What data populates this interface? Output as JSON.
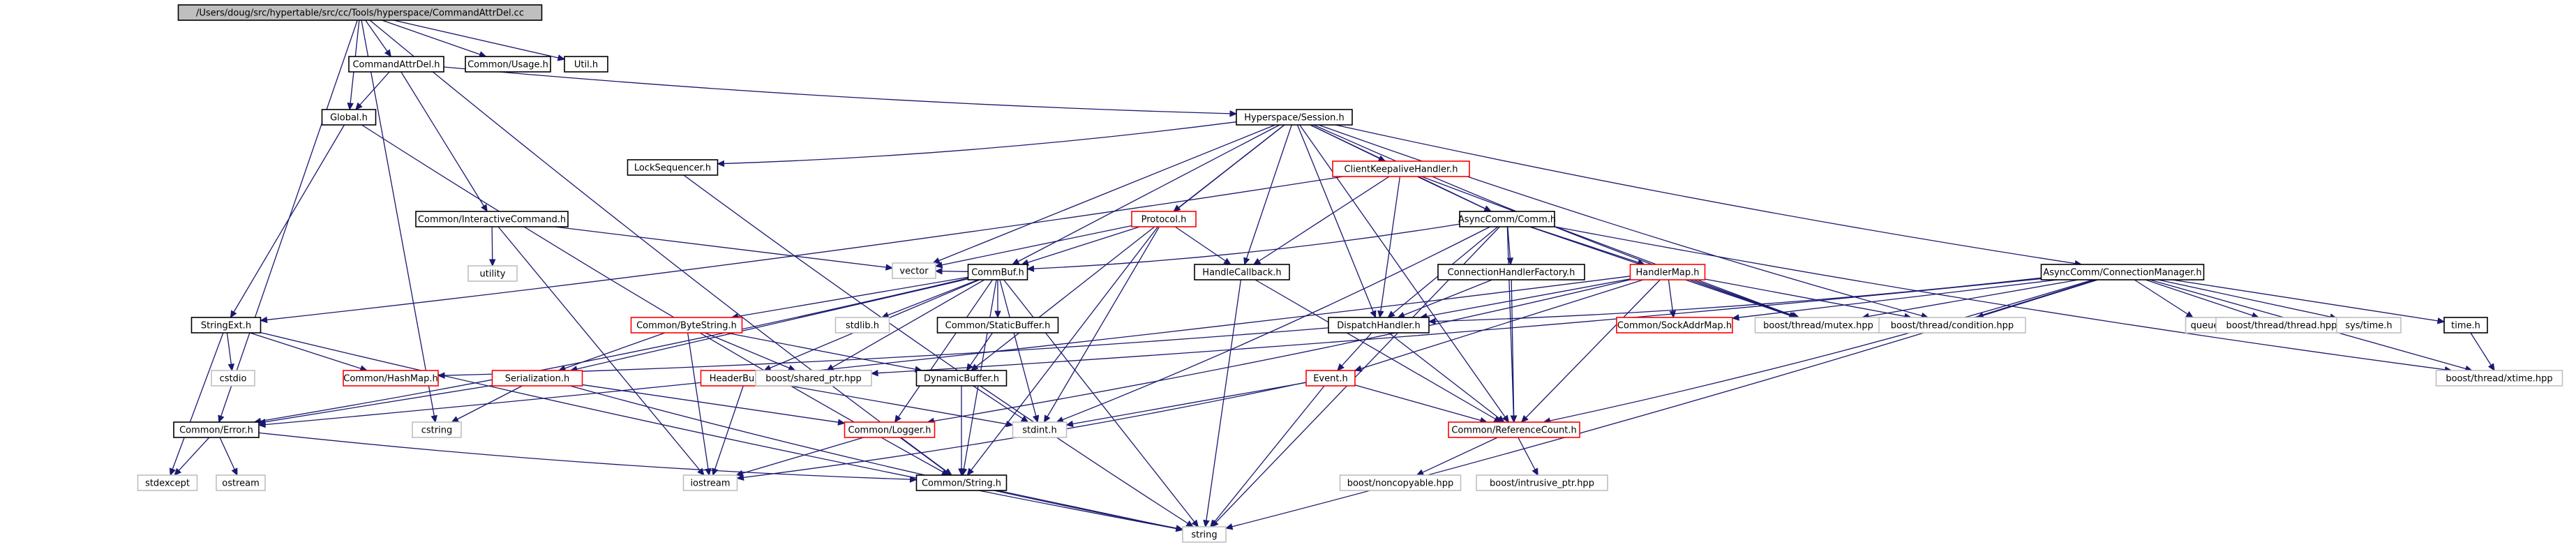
{
  "diagram": {
    "type": "include-dependency-graph",
    "colors": {
      "edge": "#191970",
      "root_fill": "#bfbfbf",
      "normal_border": "#000000",
      "truncated_border": "#ff0000",
      "system_border": "#bfbfbf",
      "node_fill": "#ffffff"
    },
    "nodes": [
      {
        "id": "root",
        "label": "/Users/doug/src/hypertable/src/cc/Tools/hyperspace/CommandAttrDel.cc",
        "kind": "root"
      },
      {
        "id": "cmdattr",
        "label": "CommandAttrDel.h",
        "kind": "normal"
      },
      {
        "id": "usage",
        "label": "Common/Usage.h",
        "kind": "normal"
      },
      {
        "id": "util",
        "label": "Util.h",
        "kind": "normal"
      },
      {
        "id": "global",
        "label": "Global.h",
        "kind": "normal"
      },
      {
        "id": "session",
        "label": "Hyperspace/Session.h",
        "kind": "normal"
      },
      {
        "id": "lockseq",
        "label": "LockSequencer.h",
        "kind": "normal"
      },
      {
        "id": "clientka",
        "label": "ClientKeepaliveHandler.h",
        "kind": "truncated"
      },
      {
        "id": "interactive",
        "label": "Common/InteractiveCommand.h",
        "kind": "normal"
      },
      {
        "id": "protocol",
        "label": "Protocol.h",
        "kind": "truncated"
      },
      {
        "id": "comm",
        "label": "AsyncComm/Comm.h",
        "kind": "normal"
      },
      {
        "id": "utility",
        "label": "utility",
        "kind": "system"
      },
      {
        "id": "vector",
        "label": "vector",
        "kind": "system"
      },
      {
        "id": "commbuf",
        "label": "CommBuf.h",
        "kind": "normal"
      },
      {
        "id": "handlecb",
        "label": "HandleCallback.h",
        "kind": "normal"
      },
      {
        "id": "connhf",
        "label": "ConnectionHandlerFactory.h",
        "kind": "normal"
      },
      {
        "id": "handlermap",
        "label": "HandlerMap.h",
        "kind": "truncated"
      },
      {
        "id": "connmgr",
        "label": "AsyncComm/ConnectionManager.h",
        "kind": "normal"
      },
      {
        "id": "stringext",
        "label": "StringExt.h",
        "kind": "normal"
      },
      {
        "id": "bytestring",
        "label": "Common/ByteString.h",
        "kind": "truncated"
      },
      {
        "id": "stdlib",
        "label": "stdlib.h",
        "kind": "system"
      },
      {
        "id": "staticbuf",
        "label": "Common/StaticBuffer.h",
        "kind": "normal"
      },
      {
        "id": "dispatch",
        "label": "DispatchHandler.h",
        "kind": "normal"
      },
      {
        "id": "sockaddr",
        "label": "Common/SockAddrMap.h",
        "kind": "truncated"
      },
      {
        "id": "mutex",
        "label": "boost/thread/mutex.hpp",
        "kind": "system"
      },
      {
        "id": "condition",
        "label": "boost/thread/condition.hpp",
        "kind": "system"
      },
      {
        "id": "queue",
        "label": "queue",
        "kind": "system"
      },
      {
        "id": "thread",
        "label": "boost/thread/thread.hpp",
        "kind": "system"
      },
      {
        "id": "systime",
        "label": "sys/time.h",
        "kind": "system"
      },
      {
        "id": "timeh",
        "label": "time.h",
        "kind": "normal"
      },
      {
        "id": "cstdio",
        "label": "cstdio",
        "kind": "system"
      },
      {
        "id": "hashmap",
        "label": "Common/HashMap.h",
        "kind": "truncated"
      },
      {
        "id": "serialization",
        "label": "Serialization.h",
        "kind": "truncated"
      },
      {
        "id": "headerbuilder",
        "label": "HeaderBuilder.h",
        "kind": "truncated"
      },
      {
        "id": "sharedptr",
        "label": "boost/shared_ptr.hpp",
        "kind": "system"
      },
      {
        "id": "dynbuf",
        "label": "DynamicBuffer.h",
        "kind": "normal"
      },
      {
        "id": "event",
        "label": "Event.h",
        "kind": "truncated"
      },
      {
        "id": "xtime",
        "label": "boost/thread/xtime.hpp",
        "kind": "system"
      },
      {
        "id": "error",
        "label": "Common/Error.h",
        "kind": "normal"
      },
      {
        "id": "cstring",
        "label": "cstring",
        "kind": "system"
      },
      {
        "id": "logger",
        "label": "Common/Logger.h",
        "kind": "truncated"
      },
      {
        "id": "stdint",
        "label": "stdint.h",
        "kind": "system"
      },
      {
        "id": "refcount",
        "label": "Common/ReferenceCount.h",
        "kind": "truncated"
      },
      {
        "id": "stdexcept",
        "label": "stdexcept",
        "kind": "system"
      },
      {
        "id": "ostream",
        "label": "ostream",
        "kind": "system"
      },
      {
        "id": "iostream",
        "label": "iostream",
        "kind": "system"
      },
      {
        "id": "commonstring",
        "label": "Common/String.h",
        "kind": "normal"
      },
      {
        "id": "noncopyable",
        "label": "boost/noncopyable.hpp",
        "kind": "system"
      },
      {
        "id": "intrusive",
        "label": "boost/intrusive_ptr.hpp",
        "kind": "system"
      },
      {
        "id": "string",
        "label": "string",
        "kind": "system"
      }
    ],
    "edges": [
      [
        "root",
        "cmdattr"
      ],
      [
        "root",
        "usage"
      ],
      [
        "root",
        "util"
      ],
      [
        "root",
        "global"
      ],
      [
        "root",
        "error"
      ],
      [
        "root",
        "cstring"
      ],
      [
        "root",
        "commonstring"
      ],
      [
        "cmdattr",
        "global"
      ],
      [
        "cmdattr",
        "session"
      ],
      [
        "cmdattr",
        "interactive"
      ],
      [
        "global",
        "stringext"
      ],
      [
        "global",
        "commonstring"
      ],
      [
        "session",
        "lockseq"
      ],
      [
        "session",
        "clientka"
      ],
      [
        "session",
        "protocol"
      ],
      [
        "session",
        "comm"
      ],
      [
        "session",
        "vector"
      ],
      [
        "session",
        "commbuf"
      ],
      [
        "session",
        "handlecb"
      ],
      [
        "session",
        "dispatch"
      ],
      [
        "session",
        "mutex"
      ],
      [
        "session",
        "condition"
      ],
      [
        "session",
        "connmgr"
      ],
      [
        "session",
        "refcount"
      ],
      [
        "session",
        "dynbuf"
      ],
      [
        "lockseq",
        "string"
      ],
      [
        "clientka",
        "stringext"
      ],
      [
        "clientka",
        "comm"
      ],
      [
        "clientka",
        "handlecb"
      ],
      [
        "clientka",
        "dispatch"
      ],
      [
        "clientka",
        "mutex"
      ],
      [
        "interactive",
        "utility"
      ],
      [
        "interactive",
        "vector"
      ],
      [
        "interactive",
        "iostream"
      ],
      [
        "protocol",
        "vector"
      ],
      [
        "protocol",
        "commbuf"
      ],
      [
        "protocol",
        "handlecb"
      ],
      [
        "protocol",
        "stdint"
      ],
      [
        "protocol",
        "commonstring"
      ],
      [
        "comm",
        "commbuf"
      ],
      [
        "comm",
        "connhf"
      ],
      [
        "comm",
        "handlermap"
      ],
      [
        "comm",
        "dispatch"
      ],
      [
        "comm",
        "mutex"
      ],
      [
        "comm",
        "xtime"
      ],
      [
        "comm",
        "refcount"
      ],
      [
        "comm",
        "stdint"
      ],
      [
        "comm",
        "string"
      ],
      [
        "commbuf",
        "vector"
      ],
      [
        "commbuf",
        "bytestring"
      ],
      [
        "commbuf",
        "stdlib"
      ],
      [
        "commbuf",
        "staticbuf"
      ],
      [
        "commbuf",
        "serialization"
      ],
      [
        "commbuf",
        "headerbuilder"
      ],
      [
        "commbuf",
        "sharedptr"
      ],
      [
        "commbuf",
        "logger"
      ],
      [
        "commbuf",
        "error"
      ],
      [
        "commbuf",
        "stdint"
      ],
      [
        "commbuf",
        "string"
      ],
      [
        "commbuf",
        "commonstring"
      ],
      [
        "handlecb",
        "refcount"
      ],
      [
        "handlecb",
        "string"
      ],
      [
        "connhf",
        "dispatch"
      ],
      [
        "connhf",
        "refcount"
      ],
      [
        "handlermap",
        "sockaddr"
      ],
      [
        "handlermap",
        "mutex"
      ],
      [
        "handlermap",
        "condition"
      ],
      [
        "handlermap",
        "dispatch"
      ],
      [
        "handlermap",
        "event"
      ],
      [
        "handlermap",
        "error"
      ],
      [
        "handlermap",
        "refcount"
      ],
      [
        "handlermap",
        "logger"
      ],
      [
        "connmgr",
        "dispatch"
      ],
      [
        "connmgr",
        "sockaddr"
      ],
      [
        "connmgr",
        "mutex"
      ],
      [
        "connmgr",
        "condition"
      ],
      [
        "connmgr",
        "queue"
      ],
      [
        "connmgr",
        "thread"
      ],
      [
        "connmgr",
        "systime"
      ],
      [
        "connmgr",
        "timeh"
      ],
      [
        "connmgr",
        "xtime"
      ],
      [
        "connmgr",
        "refcount"
      ],
      [
        "connmgr",
        "sharedptr"
      ],
      [
        "connmgr",
        "string"
      ],
      [
        "stringext",
        "cstdio"
      ],
      [
        "stringext",
        "hashmap"
      ],
      [
        "stringext",
        "stdexcept"
      ],
      [
        "stringext",
        "string"
      ],
      [
        "bytestring",
        "serialization"
      ],
      [
        "bytestring",
        "dynbuf"
      ],
      [
        "bytestring",
        "sharedptr"
      ],
      [
        "bytestring",
        "iostream"
      ],
      [
        "staticbuf",
        "dynbuf"
      ],
      [
        "dispatch",
        "event"
      ],
      [
        "dispatch",
        "refcount"
      ],
      [
        "dispatch",
        "hashmap"
      ],
      [
        "timeh",
        "xtime"
      ],
      [
        "serialization",
        "error"
      ],
      [
        "serialization",
        "logger"
      ],
      [
        "serialization",
        "cstring"
      ],
      [
        "serialization",
        "string"
      ],
      [
        "headerbuilder",
        "stdint"
      ],
      [
        "headerbuilder",
        "iostream"
      ],
      [
        "dynbuf",
        "stdint"
      ],
      [
        "dynbuf",
        "commonstring"
      ],
      [
        "event",
        "refcount"
      ],
      [
        "event",
        "stdint"
      ],
      [
        "event",
        "iostream"
      ],
      [
        "event",
        "string"
      ],
      [
        "error",
        "stdexcept"
      ],
      [
        "error",
        "ostream"
      ],
      [
        "error",
        "commonstring"
      ],
      [
        "logger",
        "iostream"
      ],
      [
        "logger",
        "commonstring"
      ],
      [
        "refcount",
        "noncopyable"
      ],
      [
        "refcount",
        "intrusive"
      ],
      [
        "commonstring",
        "string"
      ]
    ]
  }
}
